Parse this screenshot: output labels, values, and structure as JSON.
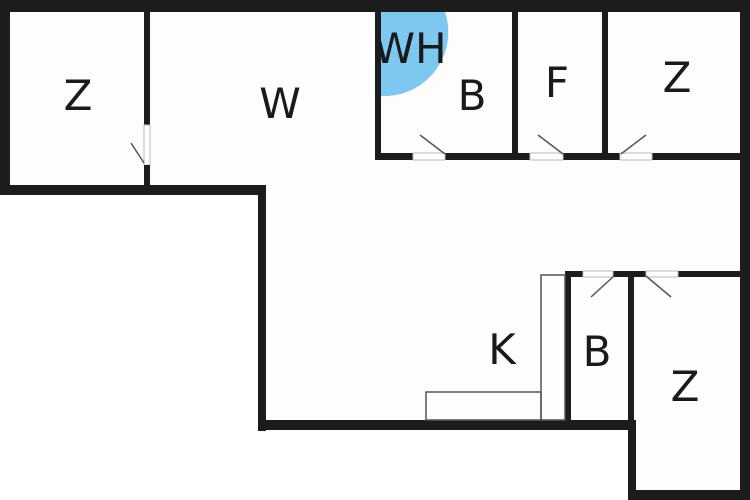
{
  "title": "Floor plan",
  "colors": {
    "wall": "#1c1c1c",
    "floor": "#fdfdfb",
    "water_heater": "#7cc8f0"
  },
  "rooms": [
    {
      "id": "left-z",
      "label": "Z"
    },
    {
      "id": "living",
      "label": "W"
    },
    {
      "id": "water-heater",
      "label": "WH"
    },
    {
      "id": "bath-top",
      "label": "B"
    },
    {
      "id": "f-room",
      "label": "F"
    },
    {
      "id": "right-top-z",
      "label": "Z"
    },
    {
      "id": "kitchen",
      "label": "K"
    },
    {
      "id": "bath-bottom",
      "label": "B"
    },
    {
      "id": "right-bottom-z",
      "label": "Z"
    }
  ]
}
